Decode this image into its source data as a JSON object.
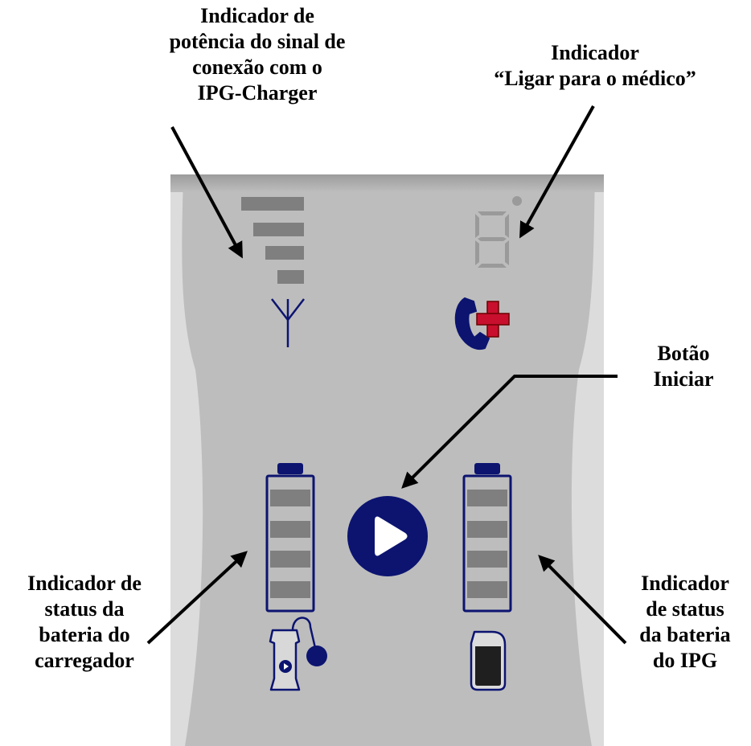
{
  "labels": {
    "signal": [
      "Indicador de",
      "potência do sinal de",
      "conexão com o",
      "IPG-Charger"
    ],
    "call_doctor": [
      "Indicador",
      "“Ligar para o médico”"
    ],
    "start_button": [
      "Botão",
      "Iniciar"
    ],
    "charger_battery": [
      "Indicador de",
      "status da",
      "bateria do",
      "carregador"
    ],
    "ipg_battery": [
      "Indicador",
      "de status",
      "da bateria",
      "do IPG"
    ]
  },
  "device": {
    "signal_bars_lit": 4,
    "signal_bars_total": 4,
    "charger_battery_segments": 4,
    "ipg_battery_segments": 4,
    "digit_display": "8",
    "colors": {
      "panel": "#bdbdbd",
      "panel_shadow": "#9e9e9e",
      "side_light": "#dcdcdc",
      "segment": "#7f7f7f",
      "digit_segment": "#9a9a9a",
      "navy": "#0c1470",
      "red_cross": "#c8102e",
      "dark_red": "#6b0000"
    },
    "icons": [
      "antenna-icon",
      "phone-doctor-icon",
      "play-icon",
      "charger-icon",
      "ipg-implant-icon"
    ]
  }
}
